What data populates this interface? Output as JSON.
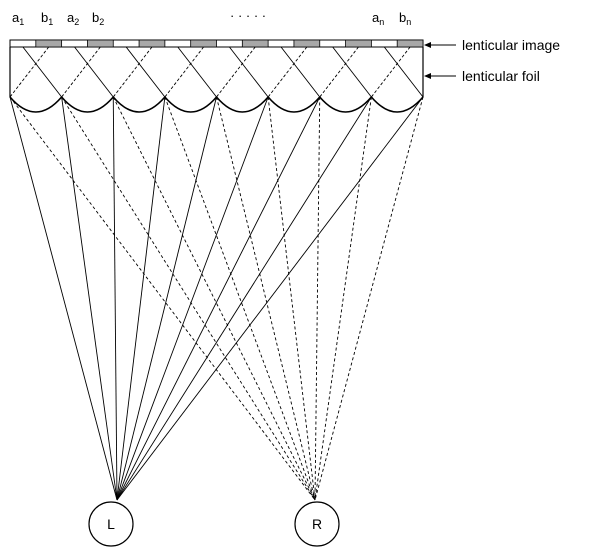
{
  "strip_labels": [
    {
      "base": "a",
      "sub": "1"
    },
    {
      "base": "b",
      "sub": "1"
    },
    {
      "base": "a",
      "sub": "2"
    },
    {
      "base": "b",
      "sub": "2"
    },
    {
      "base": "a",
      "sub": "n"
    },
    {
      "base": "b",
      "sub": "n"
    }
  ],
  "ellipsis": "· · · · ·",
  "callouts": {
    "image": "lenticular image",
    "foil": "lenticular foil"
  },
  "eyes": {
    "left": "L",
    "right": "R"
  },
  "colors": {
    "stroke": "#000000",
    "strip_fill": "#a8a8a8"
  }
}
